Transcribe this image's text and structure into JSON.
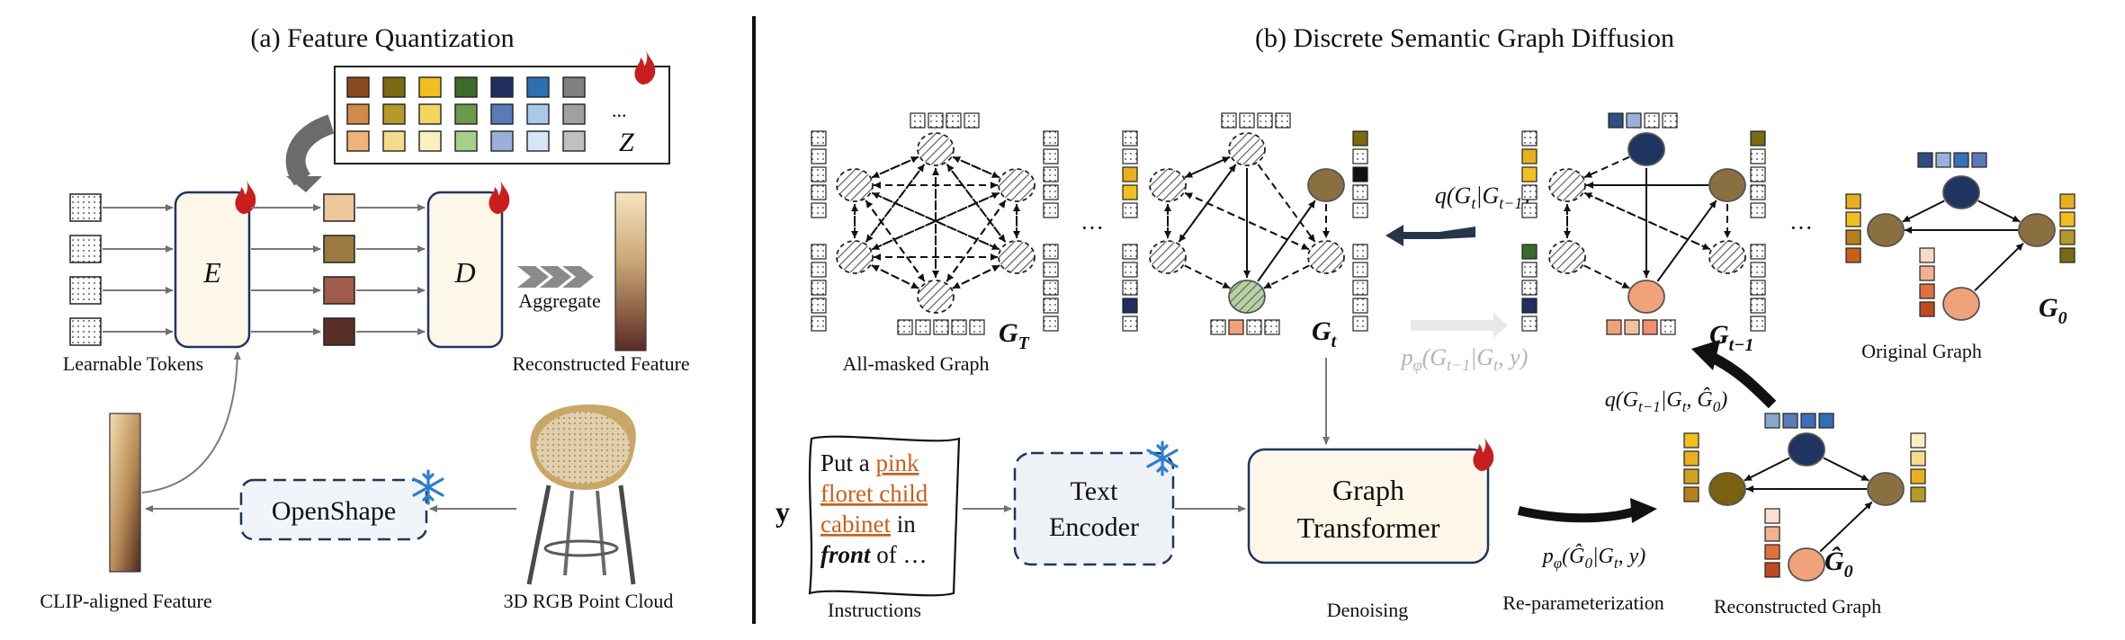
{
  "panel_a": {
    "title": "(a) Feature Quantization",
    "encoder": "E",
    "decoder": "D",
    "codebook_ellipsis": "...",
    "codebook_symbol": "Z",
    "aggregate": "Aggregate",
    "learnable_tokens": "Learnable Tokens",
    "reconstructed_feature": "Reconstructed Feature",
    "openshape": "OpenShape",
    "clip_feature": "CLIP-aligned Feature",
    "point_cloud": "3D RGB Point Cloud"
  },
  "panel_b": {
    "title": "(b) Discrete Semantic Graph Diffusion",
    "label_GT": "G_T",
    "label_Gt": "G_t",
    "label_Gt1": "G_{t−1}",
    "label_G0": "G_0",
    "label_G0hat": "Ĝ_0",
    "ellipsis": "···",
    "all_masked": "All-masked Graph",
    "original_graph": "Original Graph",
    "reconstructed_graph": "Reconstructed Graph",
    "q_forward": "q(G_t|G_{t−1})",
    "p_reverse": "p_φ(G_{t−1}|G_t, y)",
    "q_posterior": "q(G_{t−1}|G_t, Ĝ_0)",
    "p_reparam": "p_φ(Ĝ_0|G_t, y)",
    "y_symbol": "y",
    "instruction_line1": "Put a",
    "instruction_pink": "pink",
    "instruction_line2": "floret child",
    "instruction_line3": "cabinet",
    "instruction_in": "in",
    "instruction_front": "front",
    "instruction_of": "of …",
    "instructions_label": "Instructions",
    "text_encoder_1": "Text",
    "text_encoder_2": "Encoder",
    "graph_transformer_1": "Graph",
    "graph_transformer_2": "Transformer",
    "denoising": "Denoising",
    "reparameterization": "Re-parameterization"
  },
  "colors": {
    "brown_node": "#8a7040",
    "navy_node": "#1f3560",
    "peach_node": "#f0a27a",
    "olive_node": "#7a6010",
    "link_orange": "#c8601a",
    "fire": "#c81e1e",
    "snow": "#2e7fcf"
  },
  "icons": [
    "fire-icon",
    "snowflake-icon",
    "aggregate-chevrons-icon",
    "point-cloud-stool"
  ]
}
